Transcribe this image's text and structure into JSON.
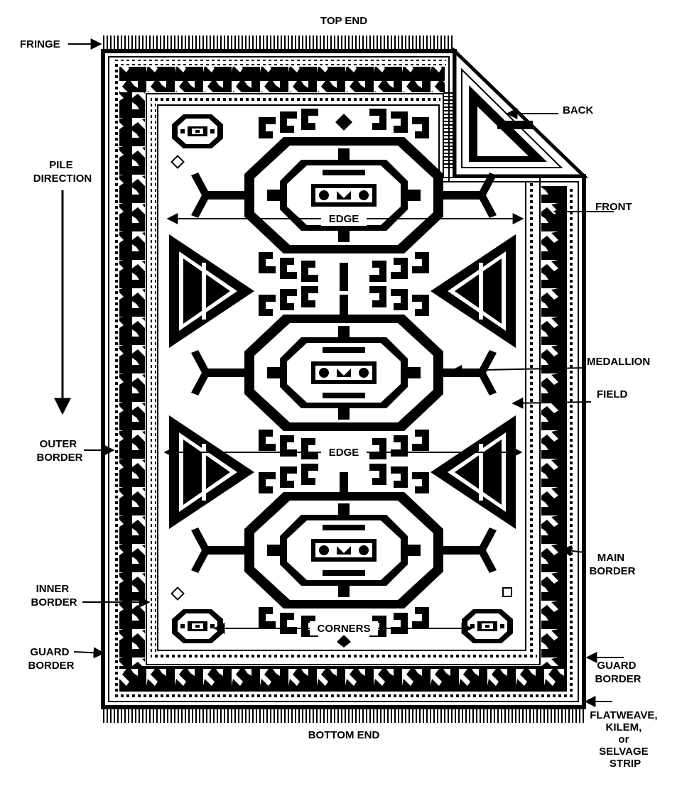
{
  "colors": {
    "ink": "#000000",
    "paper": "#ffffff"
  },
  "labels": {
    "top_end": "TOP END",
    "bottom_end": "BOTTOM END",
    "fringe": "FRINGE",
    "back": "BACK",
    "front": "FRONT",
    "pile_direction": [
      "PILE",
      "DIRECTION"
    ],
    "outer_border": [
      "OUTER",
      "BORDER"
    ],
    "inner_border": [
      "INNER",
      "BORDER"
    ],
    "guard_border_left": [
      "GUARD",
      "BORDER"
    ],
    "guard_border_right": [
      "GUARD",
      "BORDER"
    ],
    "main_border": [
      "MAIN",
      "BORDER"
    ],
    "medallion": "MEDALLION",
    "field": "FIELD",
    "edge_top": "EDGE",
    "edge_middle": "EDGE",
    "corners": "CORNERS",
    "selvage": [
      "FLATWEAVE,",
      "KILEM,",
      "or",
      "SELVAGE",
      "STRIP"
    ]
  }
}
